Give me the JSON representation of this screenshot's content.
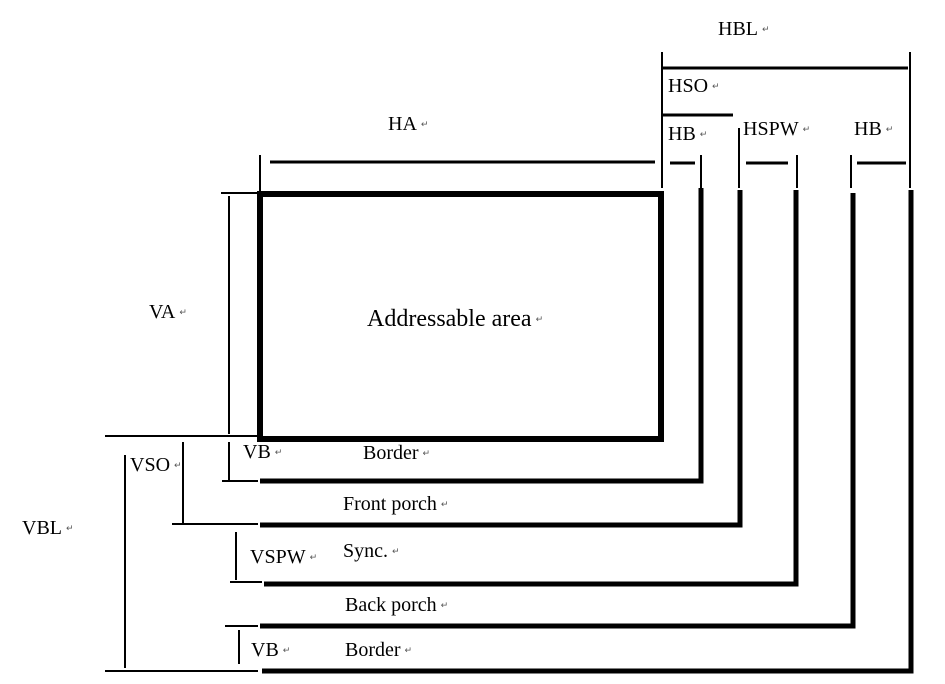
{
  "labels": {
    "hbl": "HBL",
    "hso": "HSO",
    "ha": "HA",
    "hb_left": "HB",
    "hspw": "HSPW",
    "hb_right": "HB",
    "va": "VA",
    "addressable_area": "Addressable area",
    "vb_top": "VB",
    "vso": "VSO",
    "border_top": "Border",
    "front_porch": "Front porch",
    "vbl": "VBL",
    "vspw": "VSPW",
    "sync": "Sync.",
    "back_porch": "Back porch",
    "vb_bottom": "VB",
    "border_bottom": "Border"
  },
  "paragraph_mark": "↵"
}
